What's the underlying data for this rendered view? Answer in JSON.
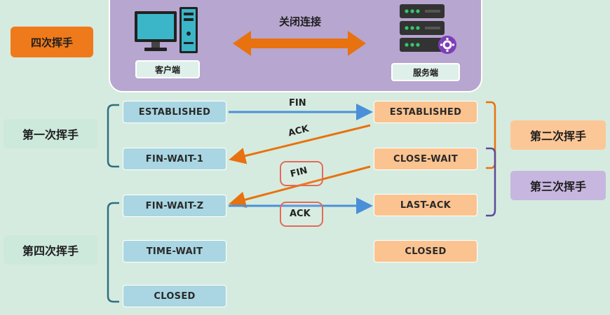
{
  "title": "四次挥手",
  "header": {
    "connection_label": "关闭连接",
    "client_label": "客户端",
    "server_label": "服务端"
  },
  "steps": {
    "first": "第一次挥手",
    "second": "第二次挥手",
    "third": "第三次挥手",
    "fourth": "第四次挥手"
  },
  "client_states": [
    "ESTABLISHED",
    "FIN-WAIT-1",
    "FIN-WAIT-Z",
    "TIME-WAIT",
    "CLOSED"
  ],
  "server_states": [
    "ESTABLISHED",
    "CLOSE-WAIT",
    "LAST-ACK",
    "CLOSED"
  ],
  "messages": {
    "fin1": "FIN",
    "ack1": "ACK",
    "fin2": "FIN",
    "ack2": "ACK"
  },
  "colors": {
    "blue_arrow": "#4a90d9",
    "orange_arrow": "#e8720f",
    "client_state": "#a9d6e2",
    "server_state": "#fbc390",
    "highlight": "#e36a5c"
  }
}
